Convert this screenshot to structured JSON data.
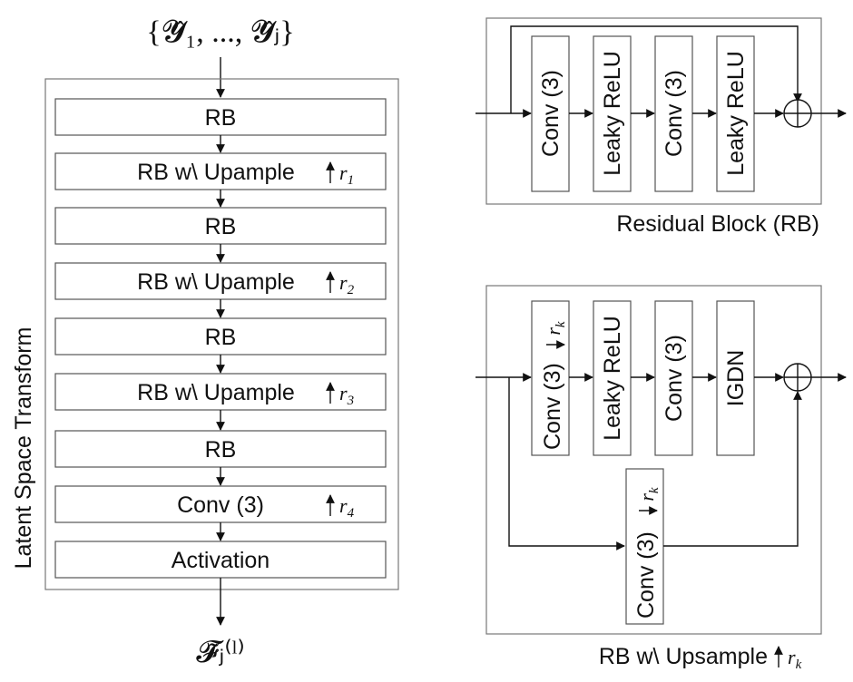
{
  "input_label": "{𝓨̂₁, ..., 𝓨̂ⱼ}",
  "output_label": "𝓕̃ⱼ⁽ˡ⁾",
  "lst": {
    "title": "Latent Space Transform",
    "rows": [
      {
        "label": "RB",
        "scale": "",
        "sub": ""
      },
      {
        "label": "RB w\\ Upample",
        "scale": "r",
        "sub": "1"
      },
      {
        "label": "RB",
        "scale": "",
        "sub": ""
      },
      {
        "label": "RB w\\ Upample",
        "scale": "r",
        "sub": "2"
      },
      {
        "label": "RB",
        "scale": "",
        "sub": ""
      },
      {
        "label": "RB w\\ Upample",
        "scale": "r",
        "sub": "3"
      },
      {
        "label": "RB",
        "scale": "",
        "sub": ""
      },
      {
        "label": "Conv (3)",
        "scale": "r",
        "sub": "4"
      },
      {
        "label": "Activation",
        "scale": "",
        "sub": ""
      }
    ]
  },
  "rb": {
    "caption": "Residual Block (RB)",
    "blocks": [
      "Conv (3)",
      "Leaky ReLU",
      "Conv (3)",
      "Leaky ReLU"
    ]
  },
  "up": {
    "caption": "RB w\\ Upsample",
    "caption_scale": "r",
    "caption_sub": "k",
    "blocks": [
      "Conv (3)",
      "Leaky ReLU",
      "Conv (3)",
      "IGDN"
    ],
    "block_scale": "r",
    "block_sub": "k",
    "skip_block": "Conv (3)"
  }
}
